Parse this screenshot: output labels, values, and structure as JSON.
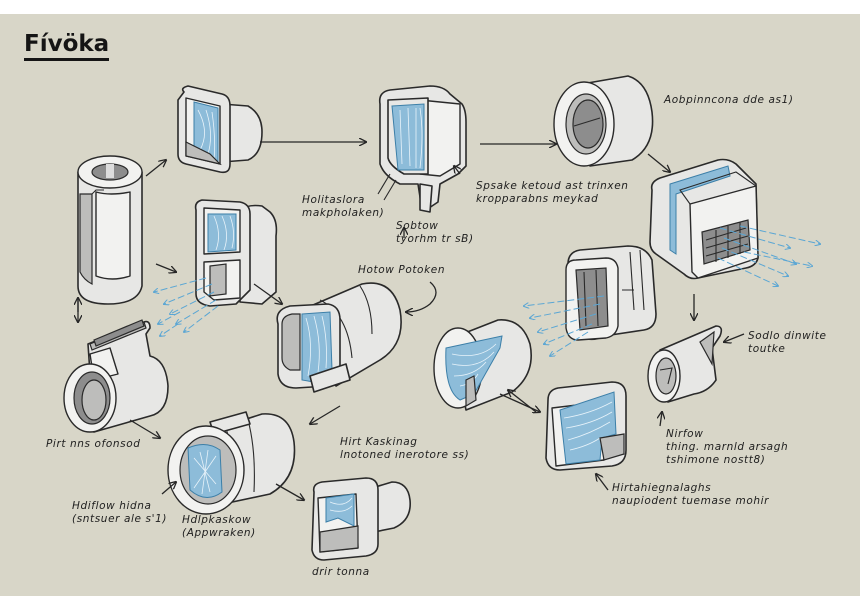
{
  "title": "Fívöka",
  "colors": {
    "background": "#d8d6c8",
    "component_body": "#e7e7e5",
    "outline": "#2a2a2a",
    "airflow": "#5aa6d4",
    "insert_blue": "#8dbcd9"
  },
  "labels": {
    "top_right": [
      "Aobpinncona dde as1)"
    ],
    "holitaslora": [
      "Holitaslora",
      "makpholaken)"
    ],
    "spsake": [
      "Spsake ketoud ast trinxen",
      "kropparabns meykad"
    ],
    "sobtow": [
      "Sobtow",
      "tyorhm tr sB)"
    ],
    "hotow": [
      "Hotow Potoken"
    ],
    "sodlo": [
      "Sodlo dinwite",
      "toutke"
    ],
    "pirt": [
      "Pirt nns ofonsod"
    ],
    "hirt_kaskinag": [
      "Hirt Kaskinag",
      "lnotoned inerotore ss)"
    ],
    "nirfow": [
      "Nirfow",
      "thing. marnld arsagh",
      "tshimone nostt8)"
    ],
    "hirtahie": [
      "Hirtahiegnalaghs",
      "naupiodent tuemase mohir"
    ],
    "hdiflow": [
      "Hdiflow hidna",
      "(sntsuer ale s'1)"
    ],
    "hdlpkaskow": [
      "Hdlpkaskow",
      "(Appwraken)"
    ],
    "drir": [
      "drir tonna"
    ]
  },
  "components": [
    {
      "id": "cylinder-housing",
      "icon": "cylinder-housing-icon"
    },
    {
      "id": "rectangular-duct-top",
      "icon": "rect-duct-icon"
    },
    {
      "id": "vent-bracket",
      "icon": "vent-bracket-icon"
    },
    {
      "id": "round-collar",
      "icon": "round-collar-icon"
    },
    {
      "id": "louvered-outlet",
      "icon": "louvered-outlet-icon"
    },
    {
      "id": "split-duct",
      "icon": "split-duct-icon"
    },
    {
      "id": "capsule-housing",
      "icon": "capsule-housing-icon"
    },
    {
      "id": "saddle-nozzle",
      "icon": "saddle-nozzle-icon"
    },
    {
      "id": "cone-chamber",
      "icon": "cone-chamber-icon"
    },
    {
      "id": "cutaway-box-upper",
      "icon": "cutaway-box-icon"
    },
    {
      "id": "cutaway-box-lower",
      "icon": "cutaway-box-icon"
    },
    {
      "id": "small-nozzle",
      "icon": "small-nozzle-icon"
    },
    {
      "id": "fan-drum",
      "icon": "fan-drum-icon"
    },
    {
      "id": "square-adapter",
      "icon": "square-adapter-icon"
    }
  ]
}
